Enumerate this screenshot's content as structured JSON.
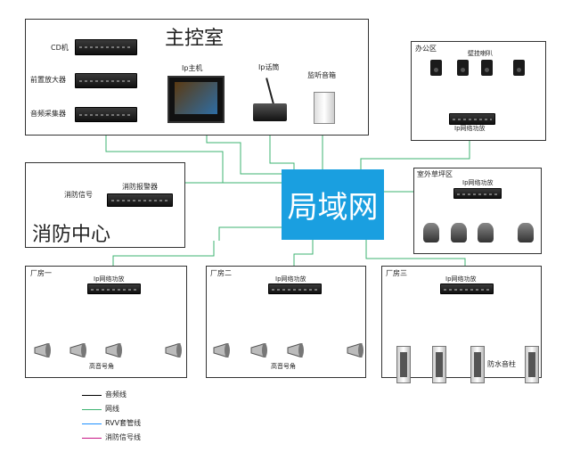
{
  "hub": {
    "label": "局域网"
  },
  "main_room": {
    "title": "主控室",
    "cd": "CD机",
    "preamp": "前置放大器",
    "collector": "音频采集器",
    "ip_host": "Ip主机",
    "ip_mic": "Ip话筒",
    "monitor": "监听音箱"
  },
  "office": {
    "title": "办公区",
    "speakers": "壁挂喇叭",
    "amp": "Ip网络功放"
  },
  "lawn": {
    "title": "室外草坪区",
    "amp": "Ip网络功放"
  },
  "fire": {
    "signal": "消防信号",
    "alarm": "消防报警器",
    "title": "消防中心"
  },
  "factory1": {
    "title": "厂房一",
    "amp": "Ip网络功放",
    "speakers": "高音号角"
  },
  "factory2": {
    "title": "厂房二",
    "amp": "Ip网络功放",
    "speakers": "高音号角"
  },
  "factory3": {
    "title": "厂房三",
    "amp": "Ip网络功放",
    "speakers": "防水音柱"
  },
  "legend": [
    {
      "label": "音频线",
      "color": "#000000"
    },
    {
      "label": "网线",
      "color": "#3cb371"
    },
    {
      "label": "RVV套管线",
      "color": "#1e90ff"
    },
    {
      "label": "消防信号线",
      "color": "#c71585"
    }
  ]
}
